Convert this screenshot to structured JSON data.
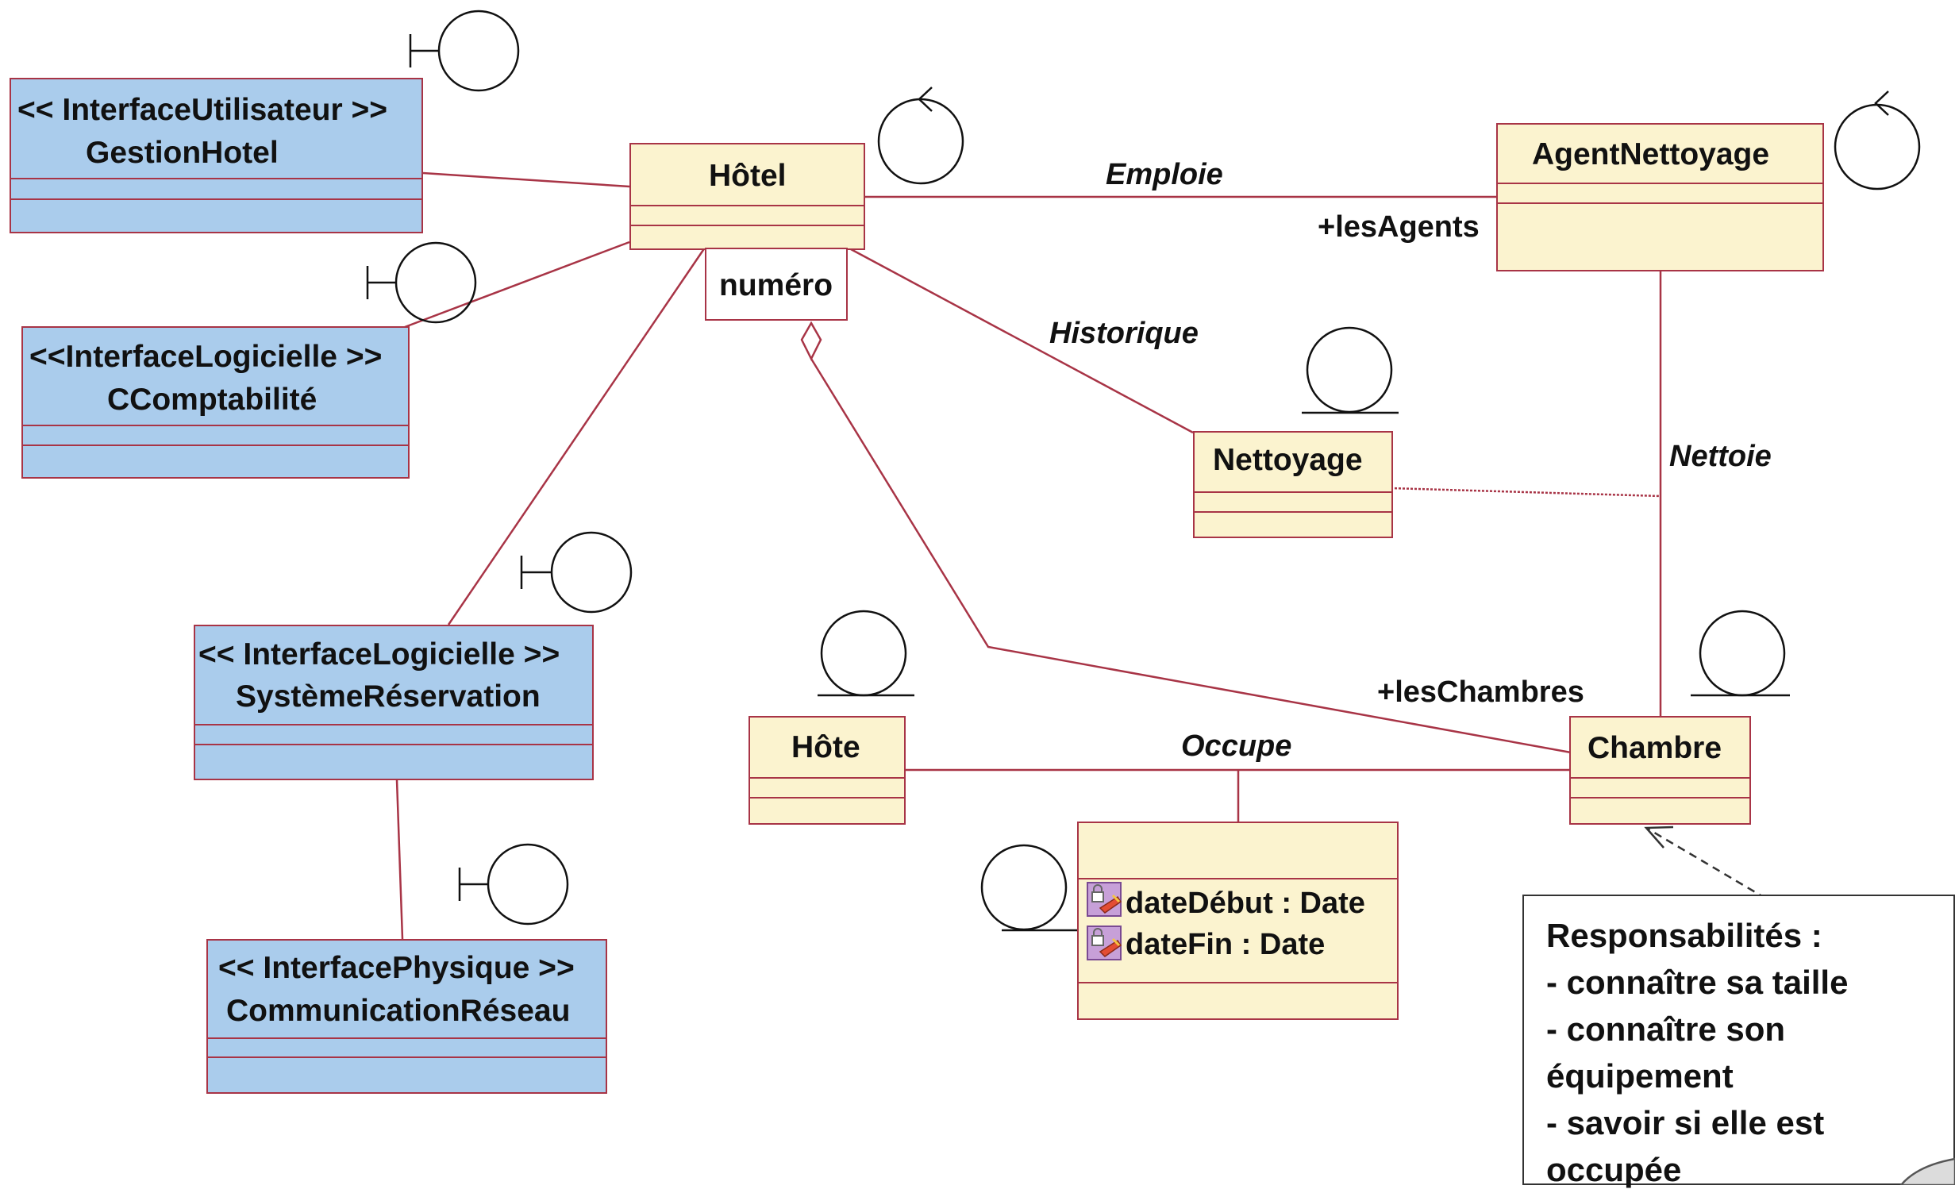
{
  "classes": {
    "gestion_hotel": {
      "stereotype": "<< InterfaceUtilisateur >>",
      "name": "GestionHotel"
    },
    "ccomptabilite": {
      "stereotype": "<<InterfaceLogicielle >>",
      "name": "CComptabilité"
    },
    "systeme_reservation": {
      "stereotype": "<< InterfaceLogicielle >>",
      "name": "SystèmeRéservation"
    },
    "communication_reseau": {
      "stereotype": "<< InterfacePhysique >>",
      "name": "CommunicationRéseau"
    },
    "hotel": {
      "name": "Hôtel",
      "qualifier": "numéro"
    },
    "agent_nettoyage": {
      "name": "AgentNettoyage"
    },
    "nettoyage": {
      "name": "Nettoyage"
    },
    "hote": {
      "name": "Hôte"
    },
    "chambre": {
      "name": "Chambre"
    },
    "occupe_class": {
      "attributes": [
        "dateDébut : Date",
        "dateFin : Date"
      ]
    }
  },
  "associations": {
    "emploie": "Emploie",
    "les_agents": "+lesAgents",
    "historique": "Historique",
    "nettoie": "Nettoie",
    "les_chambres": "+lesChambres",
    "occupe": "Occupe"
  },
  "note": {
    "lines": [
      "Responsabilités :",
      "- connaître sa taille",
      "- connaître son",
      "équipement",
      "- savoir si elle est",
      "occupée"
    ]
  },
  "colors": {
    "line": "#a83446",
    "entity_fill": "#fbf3cf",
    "boundary_fill": "#aaccec"
  }
}
